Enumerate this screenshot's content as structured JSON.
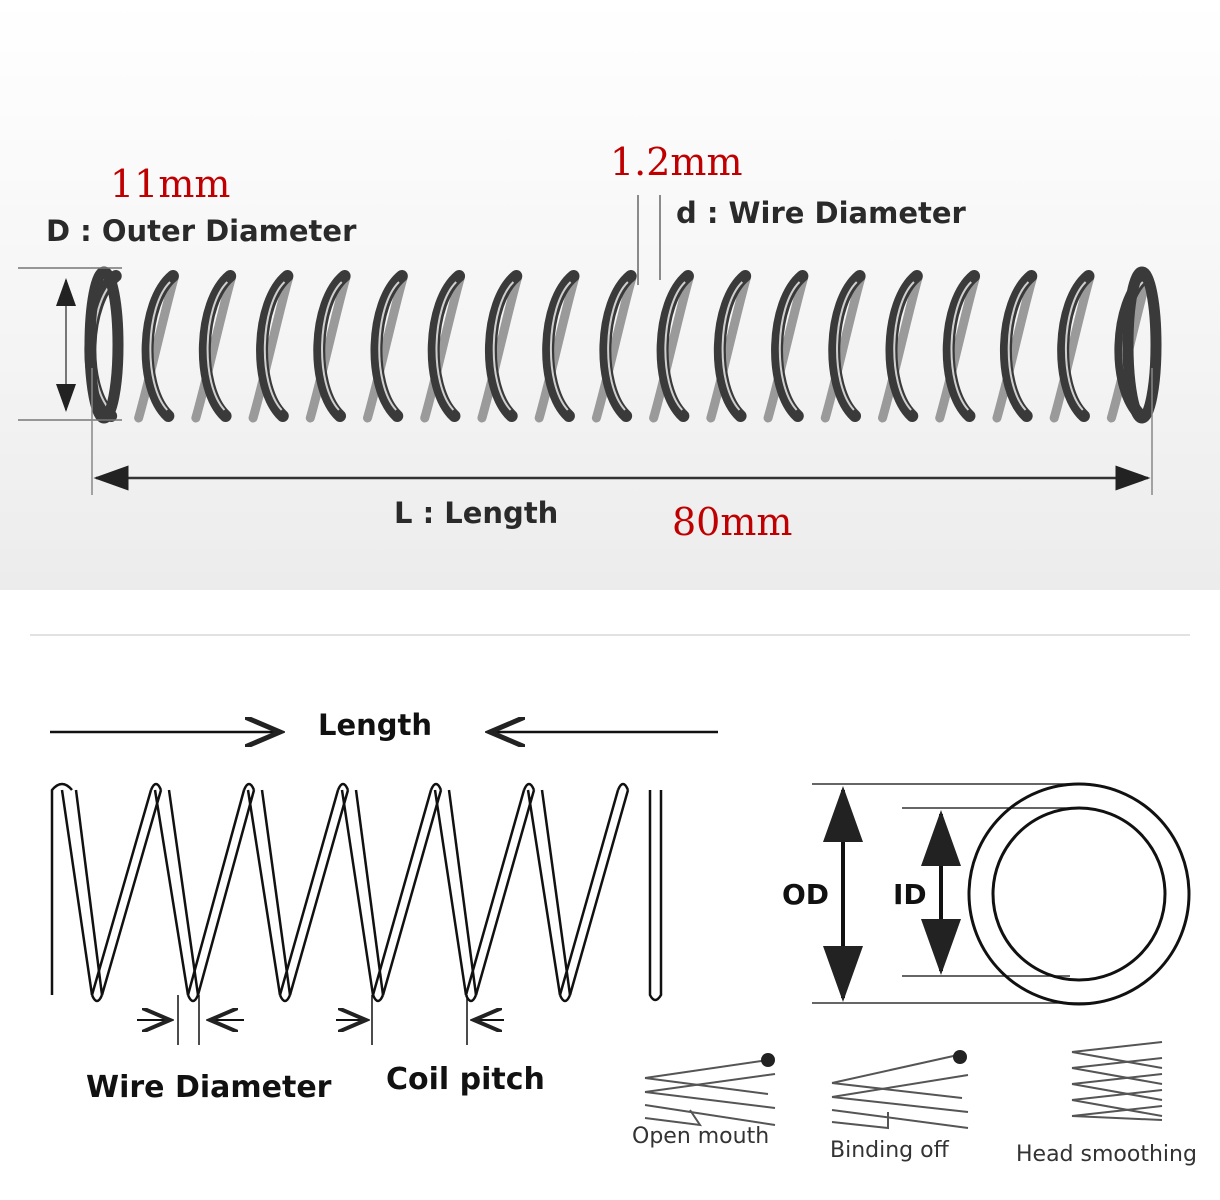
{
  "top": {
    "outer_diameter_value": "11mm",
    "outer_diameter_label": "D : Outer Diameter",
    "wire_diameter_value": "1.2mm",
    "wire_diameter_label": "d : Wire Diameter",
    "length_label": "L : Length",
    "length_value": "80mm"
  },
  "bottom": {
    "length_label": "Length",
    "wire_diameter_label": "Wire Diameter",
    "coil_pitch_label": "Coil pitch",
    "od_label": "OD",
    "id_label": "ID"
  },
  "end_types": [
    {
      "label": "Open mouth"
    },
    {
      "label": "Binding off"
    },
    {
      "label": "Head smoothing"
    }
  ],
  "colors": {
    "value_text": "#c00000",
    "label_text": "#2a2a2a",
    "spring_steel": "#3a3a3a"
  }
}
